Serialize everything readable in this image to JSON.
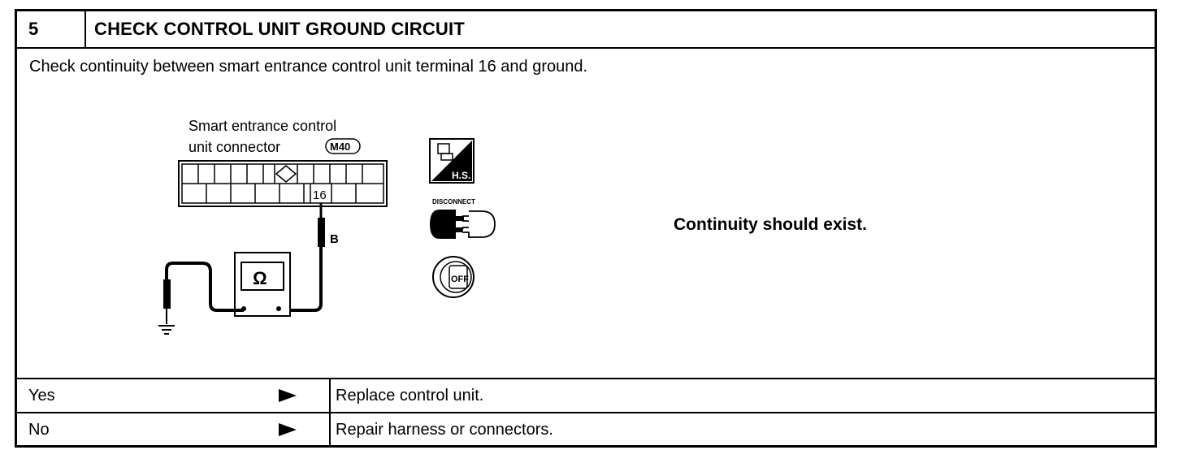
{
  "header": {
    "step_number": "5",
    "title": "CHECK CONTROL UNIT GROUND CIRCUIT"
  },
  "instruction": "Check continuity between smart entrance control unit terminal 16 and ground.",
  "diagram": {
    "connector_label_line1": "Smart entrance control",
    "connector_label_line2": "unit connector",
    "connector_id": "M40",
    "terminal": "16",
    "wire_color": "B",
    "meter_symbol": "Ω",
    "icon_hs_text": "H.S.",
    "icon_disconnect_text": "DISCONNECT",
    "icon_off_text": "OFF"
  },
  "result_text": "Continuity should exist.",
  "outcomes": [
    {
      "label": "Yes",
      "action": "Replace control unit."
    },
    {
      "label": "No",
      "action": "Repair harness or connectors."
    }
  ]
}
